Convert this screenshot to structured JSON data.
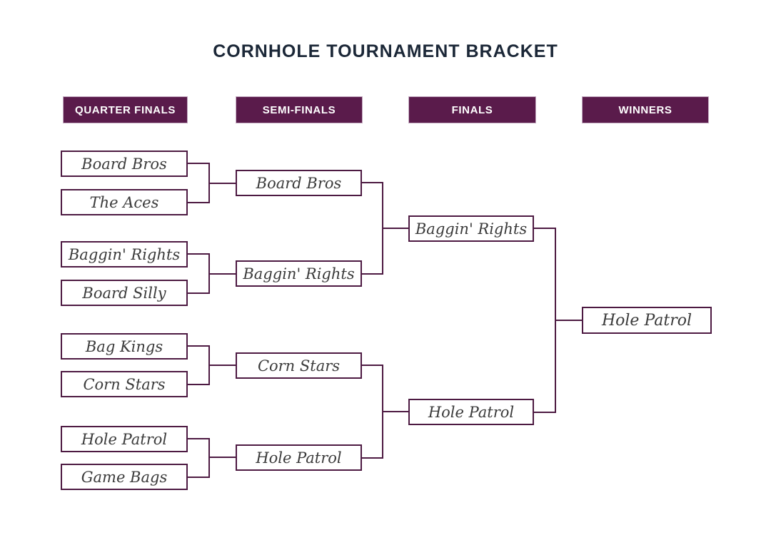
{
  "title": "CORNHOLE TOURNAMENT BRACKET",
  "columns": [
    {
      "label": "QUARTER FINALS"
    },
    {
      "label": "SEMI-FINALS"
    },
    {
      "label": "FINALS"
    },
    {
      "label": "WINNERS"
    }
  ],
  "bracket": {
    "quarter_finals": [
      "Board Bros",
      "The Aces",
      "Baggin' Rights",
      "Board Silly",
      "Bag Kings",
      "Corn Stars",
      "Hole Patrol",
      "Game Bags"
    ],
    "semi_finals": [
      "Board Bros",
      "Baggin' Rights",
      "Corn Stars",
      "Hole Patrol"
    ],
    "finals": [
      "Baggin' Rights",
      "Hole Patrol"
    ],
    "winner": "Hole Patrol"
  },
  "colors": {
    "header_fill": "#5a1b4b",
    "header_text": "#ffffff",
    "line": "#4d1a42",
    "title_text": "#1b2737",
    "team_text": "#3b3b3b",
    "background": "#ffffff"
  }
}
